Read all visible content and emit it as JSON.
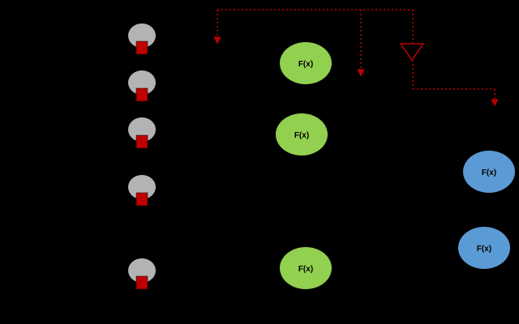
{
  "colors": {
    "background": "#000000",
    "input_body": "#b3b3b3",
    "input_square": "#c00000",
    "hidden_node": "#92d050",
    "output_node": "#5b9bd5",
    "feedback_line": "#c00000",
    "label_text": "#000000"
  },
  "inputs": [
    {
      "id": "input-1"
    },
    {
      "id": "input-2"
    },
    {
      "id": "input-3"
    },
    {
      "id": "input-4"
    },
    {
      "id": "input-5"
    }
  ],
  "hidden_nodes": [
    {
      "id": "hidden-1",
      "label": "F(x)"
    },
    {
      "id": "hidden-2",
      "label": "F(x)"
    },
    {
      "id": "hidden-3",
      "label": "F(x)"
    }
  ],
  "output_nodes": [
    {
      "id": "output-1",
      "label": "F(x)"
    },
    {
      "id": "output-2",
      "label": "F(x)"
    }
  ],
  "feedback": {
    "line_style": "dashed",
    "has_triangle_symbol": true
  }
}
